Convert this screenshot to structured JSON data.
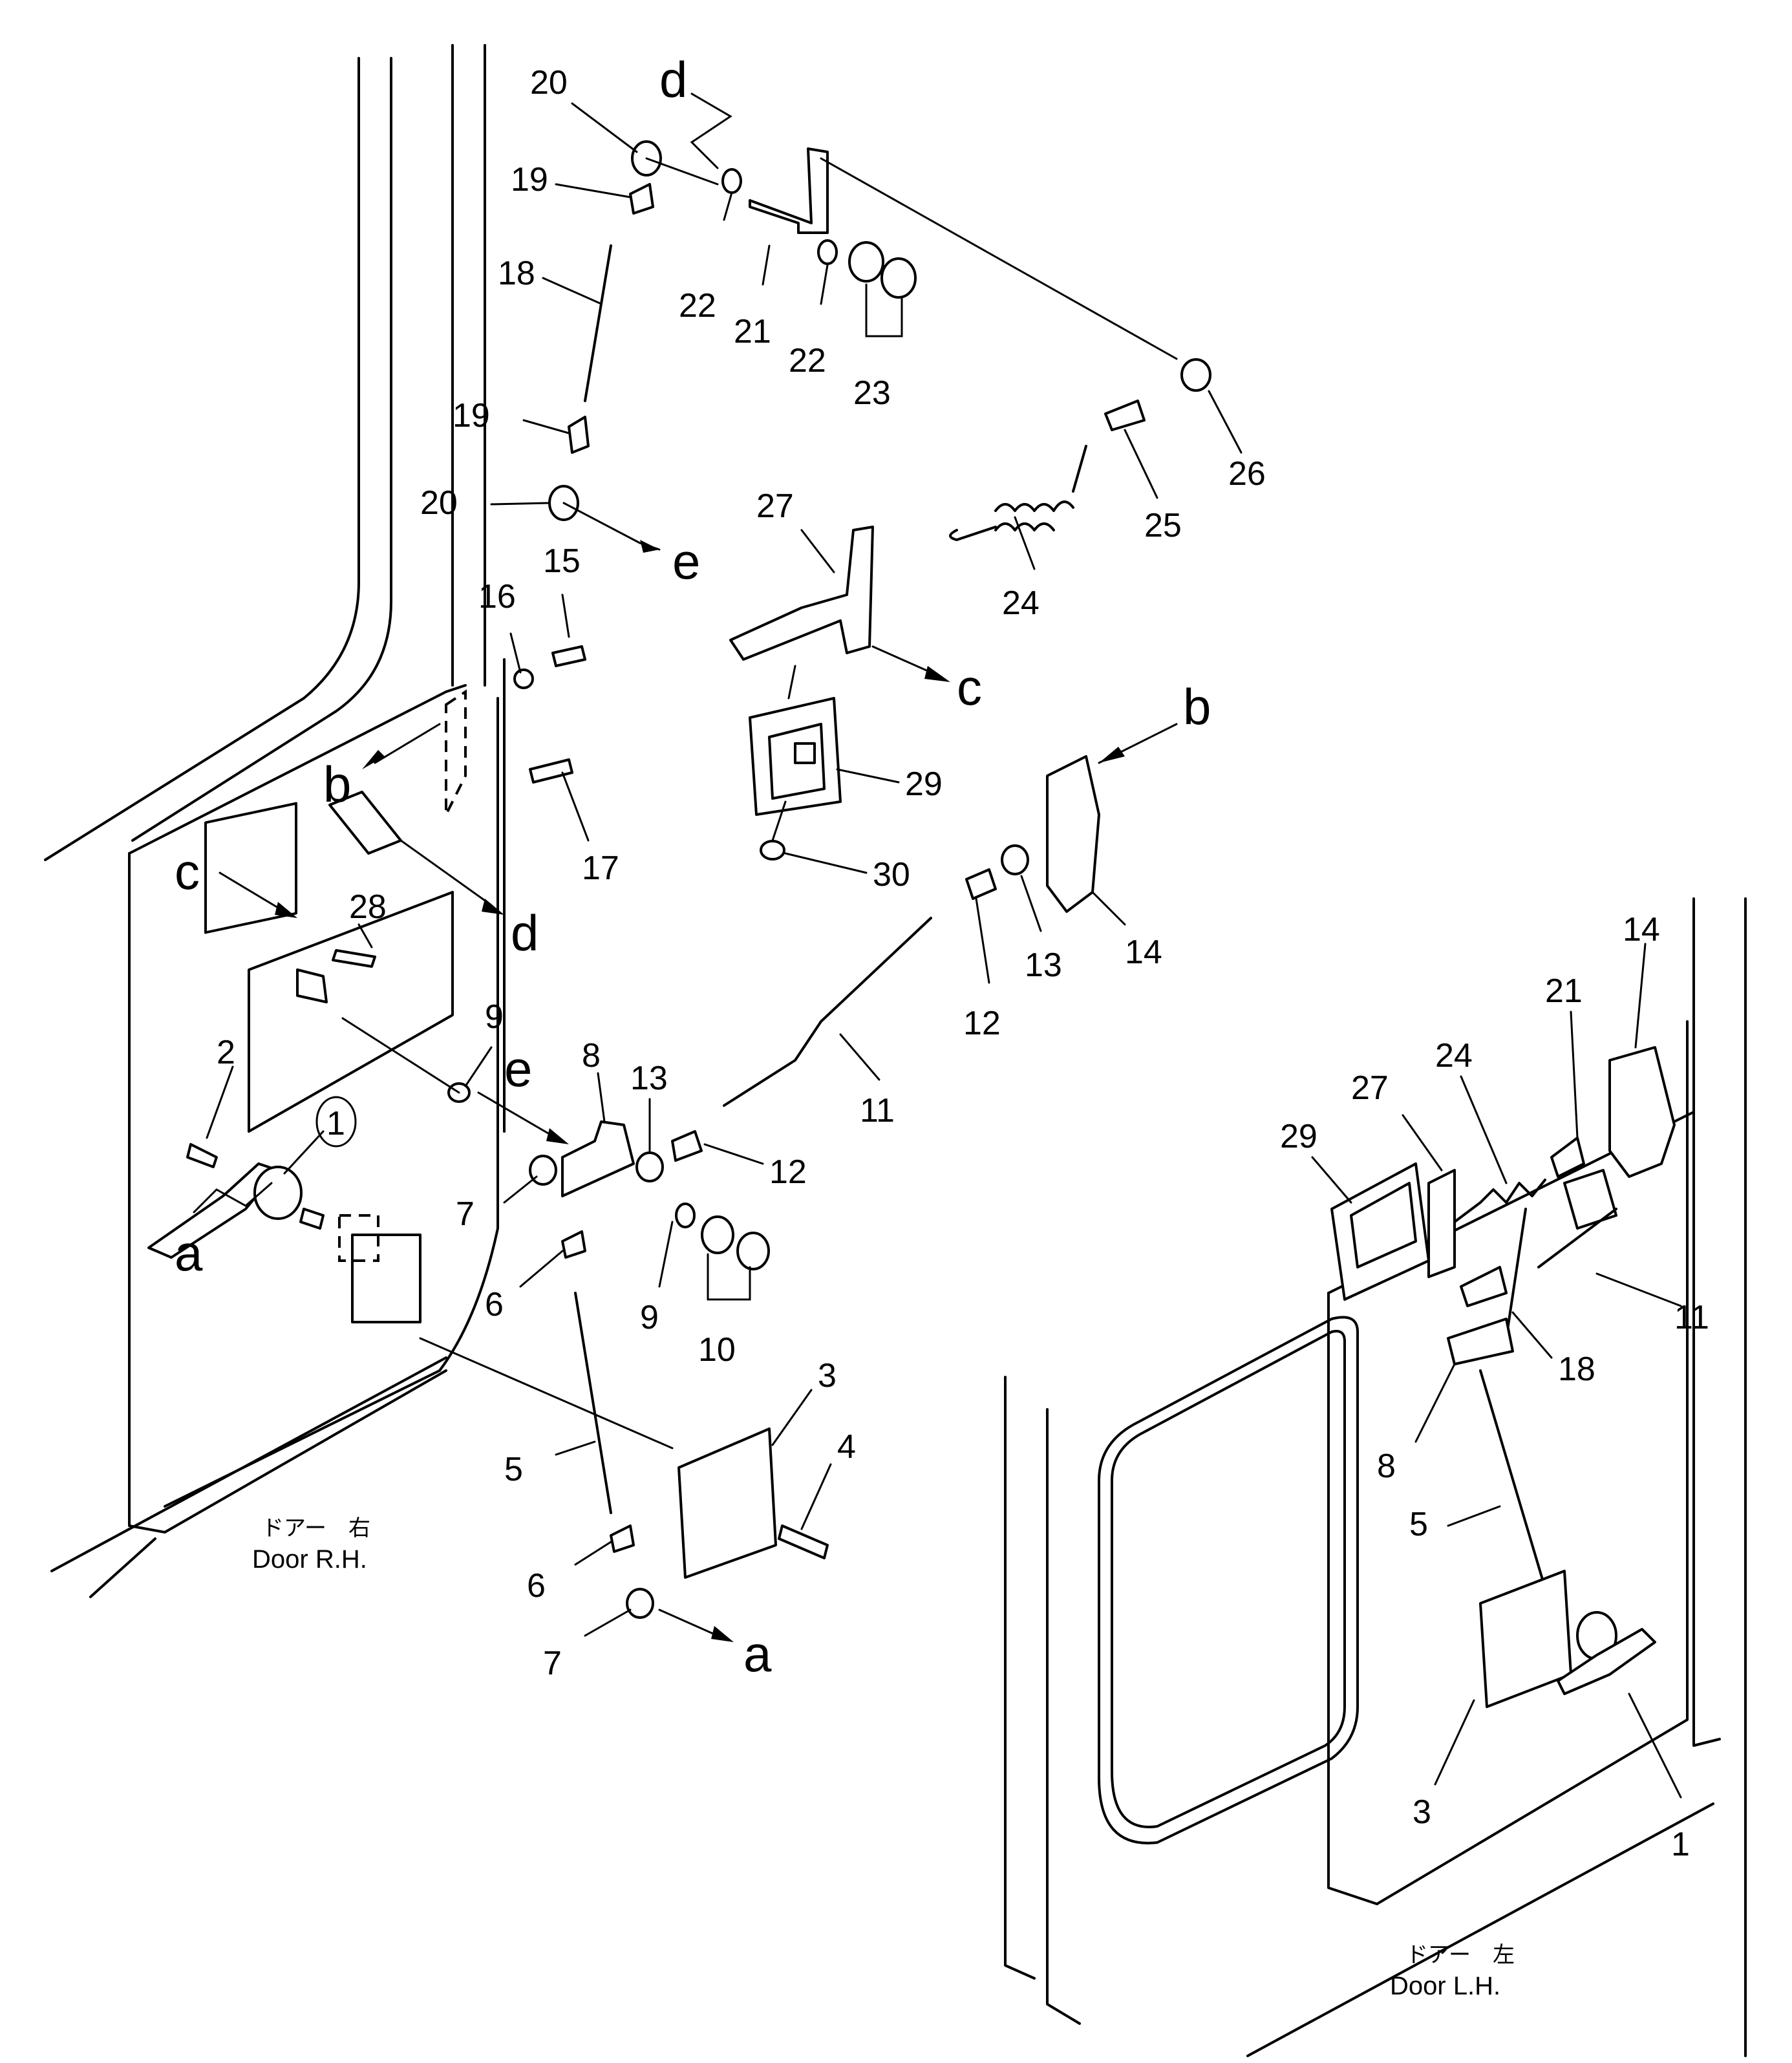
{
  "diagram": {
    "captions": {
      "door_rh_jp": "ドアー　右",
      "door_rh": "Door R.H.",
      "door_lh_jp": "ドアー　左",
      "door_lh": "Door L.H."
    },
    "callouts_rh": [
      "20",
      "19",
      "18",
      "19",
      "20",
      "16",
      "15",
      "17",
      "28",
      "22",
      "21",
      "22",
      "23",
      "26",
      "25",
      "24",
      "27",
      "29",
      "30",
      "14",
      "13",
      "12",
      "11",
      "13",
      "12",
      "9",
      "8",
      "7",
      "6",
      "5",
      "6",
      "7",
      "2",
      "1",
      "9",
      "10",
      "3",
      "4"
    ],
    "refs": [
      "a",
      "a",
      "b",
      "b",
      "c",
      "c",
      "d",
      "d",
      "e",
      "e"
    ],
    "callouts_lh": [
      "14",
      "21",
      "24",
      "27",
      "29",
      "11",
      "18",
      "8",
      "5",
      "3",
      "1"
    ]
  }
}
